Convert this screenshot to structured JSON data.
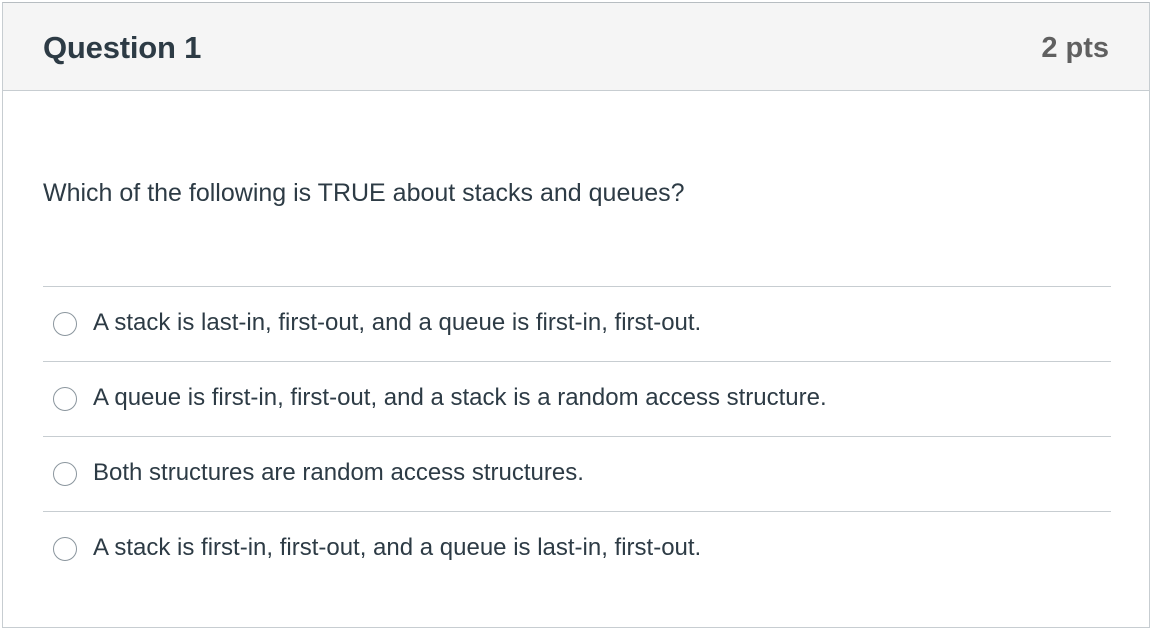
{
  "question": {
    "title": "Question 1",
    "points": "2 pts",
    "text": "Which of the following is TRUE about stacks and queues?"
  },
  "answers": [
    {
      "label": "A stack is last-in, first-out, and a queue is first-in, first-out.",
      "selected": false
    },
    {
      "label": "A queue is first-in, first-out, and a stack is a random access structure.",
      "selected": false
    },
    {
      "label": "Both structures are random access structures.",
      "selected": false
    },
    {
      "label": "A stack is first-in, first-out, and a queue is last-in, first-out.",
      "selected": false
    }
  ],
  "colors": {
    "header_bg": "#f5f5f5",
    "text": "#2d3b45",
    "points": "#606060",
    "border": "#c7cdd1"
  }
}
